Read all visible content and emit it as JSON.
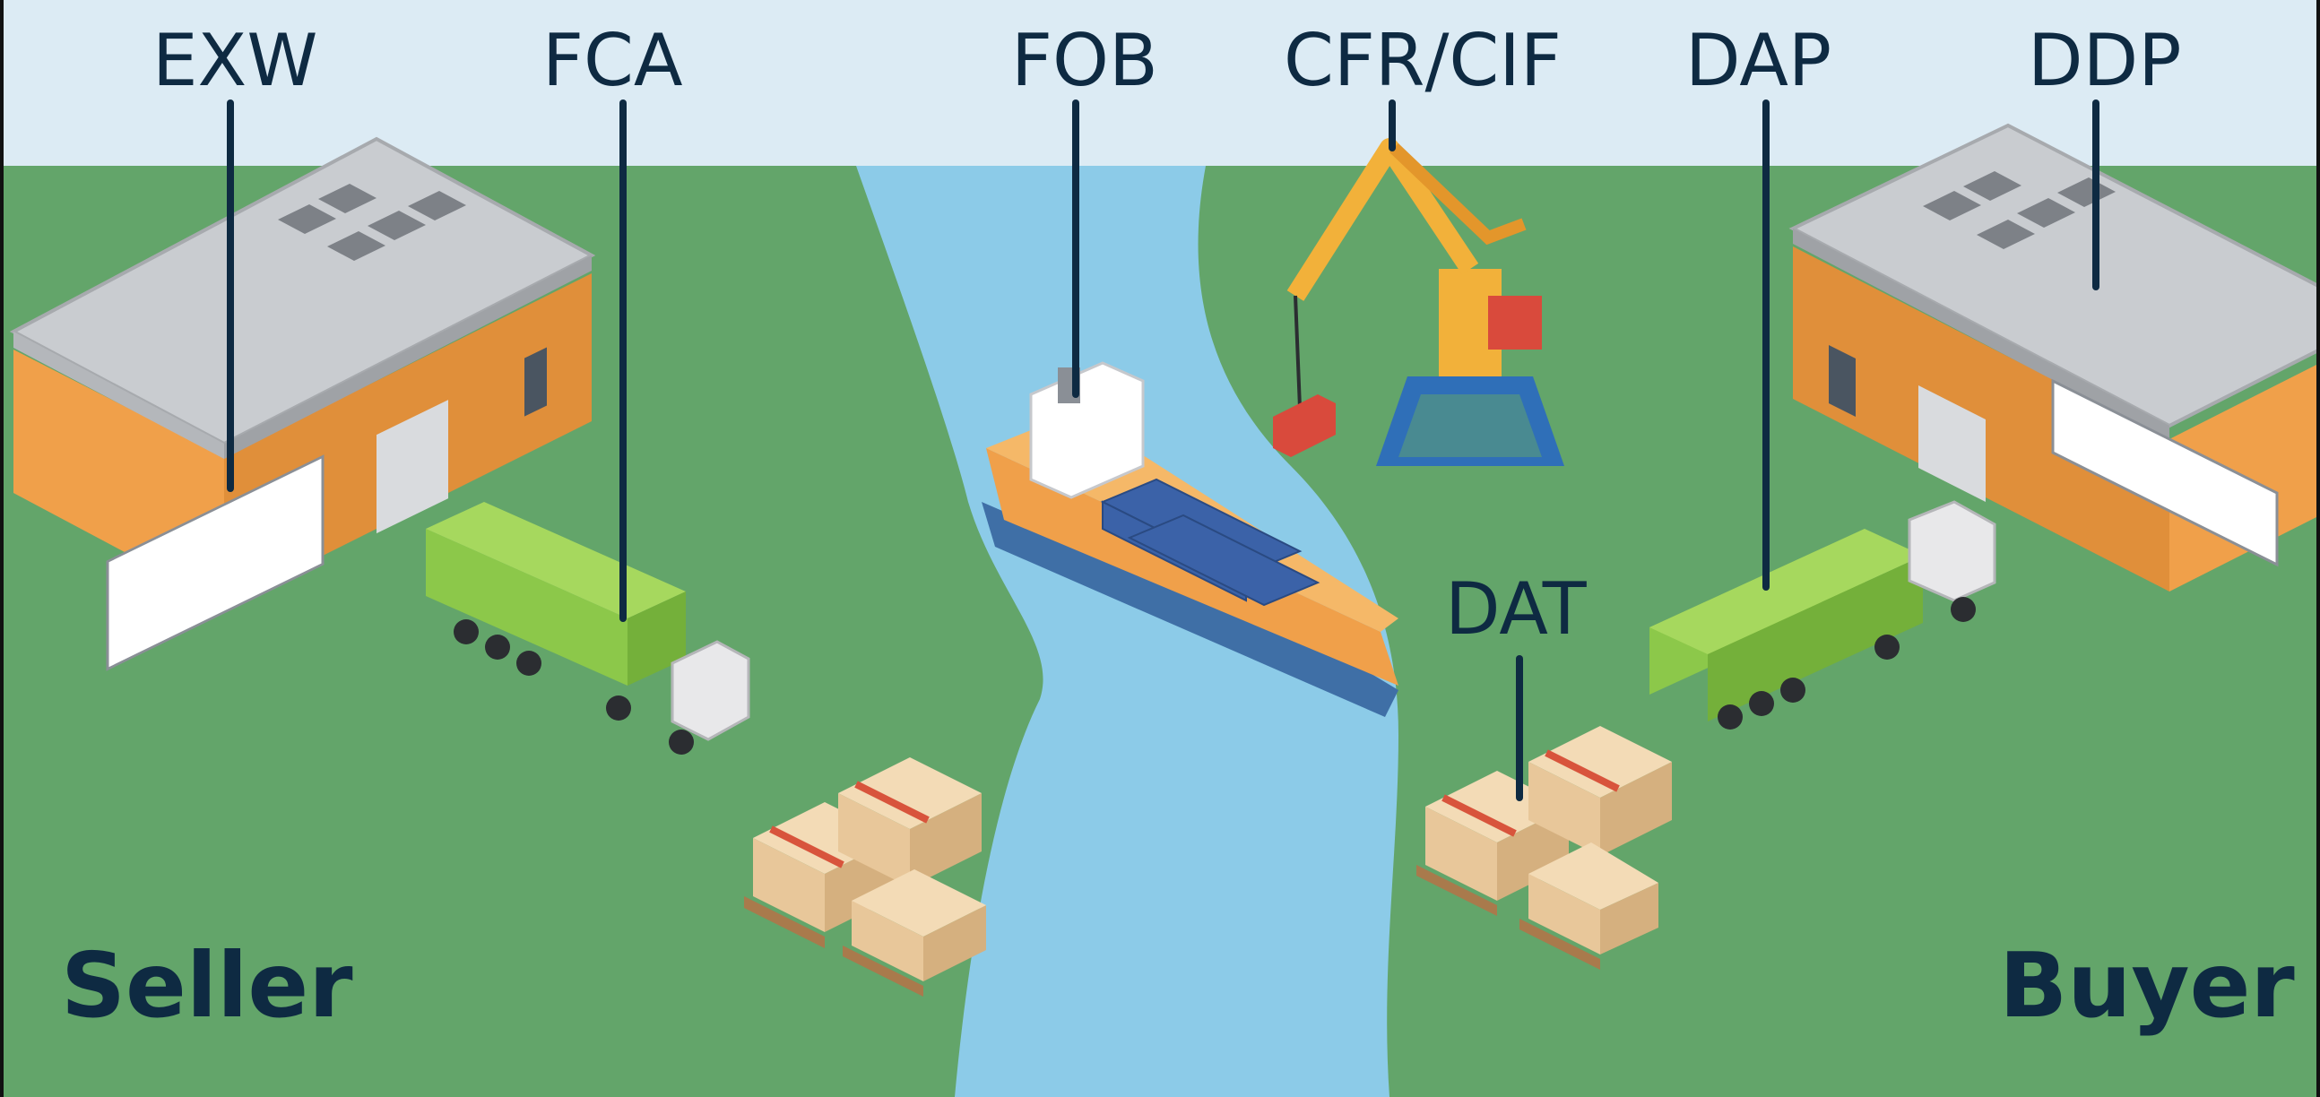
{
  "terms": {
    "exw": "EXW",
    "fca": "FCA",
    "fob": "FOB",
    "cfr_cif": "CFR/CIF",
    "dap": "DAP",
    "ddp": "DDP",
    "dat": "DAT"
  },
  "parties": {
    "seller": "Seller",
    "buyer": "Buyer"
  },
  "colors": {
    "sky": "#dcebf4",
    "land": "#63a56a",
    "river": "#8ccbe8",
    "text": "#0e2a42",
    "warehouse_wall": "#f0a04a",
    "roof": "#c9ccd0",
    "truck_container": "#8cc84a",
    "ship_hull": "#f0a04a",
    "ship_bottom": "#3f6fa6",
    "containers": "#3b62a8",
    "crane": "#f2b13a",
    "crane_base": "#2f6fb8",
    "cargo_red": "#d94a3c",
    "box": "#e8c79a",
    "box_strap": "#d8543c",
    "pallet": "#a97a4c"
  }
}
